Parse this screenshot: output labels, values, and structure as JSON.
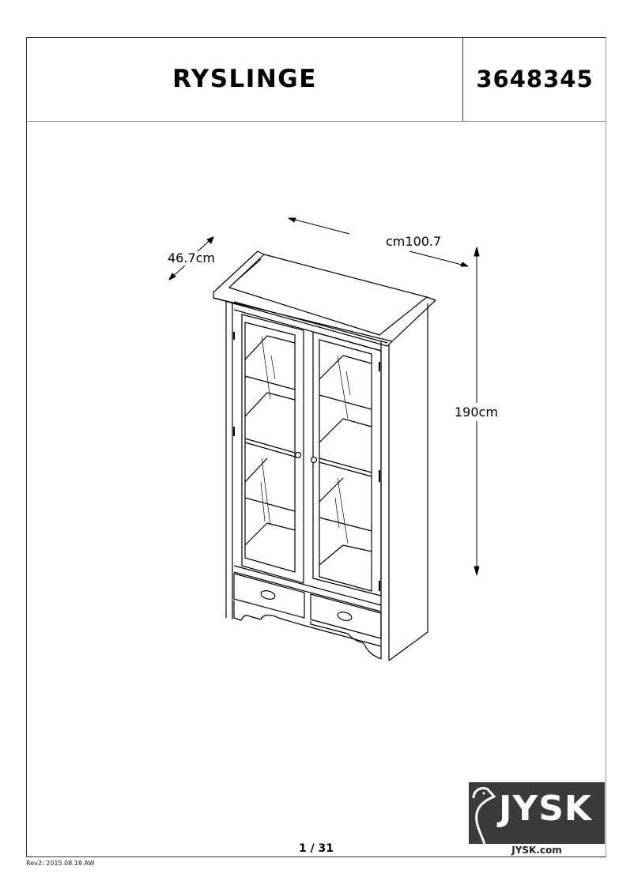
{
  "header": {
    "product_name": "RYSLINGE",
    "article_number": "3648345"
  },
  "drawing": {
    "description": "Isometric line drawing of a two-door glass display cabinet with two drawers",
    "dimensions": {
      "depth": "46.7cm",
      "width": "cm100.7",
      "height": "190cm"
    }
  },
  "footer": {
    "page_indicator": "1 /  31",
    "revision": "Rev2: 2015.08.18 AW",
    "brand_logo": "JYSK",
    "brand_url": "JYSK.com"
  },
  "colors": {
    "line": "#000000",
    "frame": "#333333",
    "logo_bg": "#3b3b3b"
  }
}
